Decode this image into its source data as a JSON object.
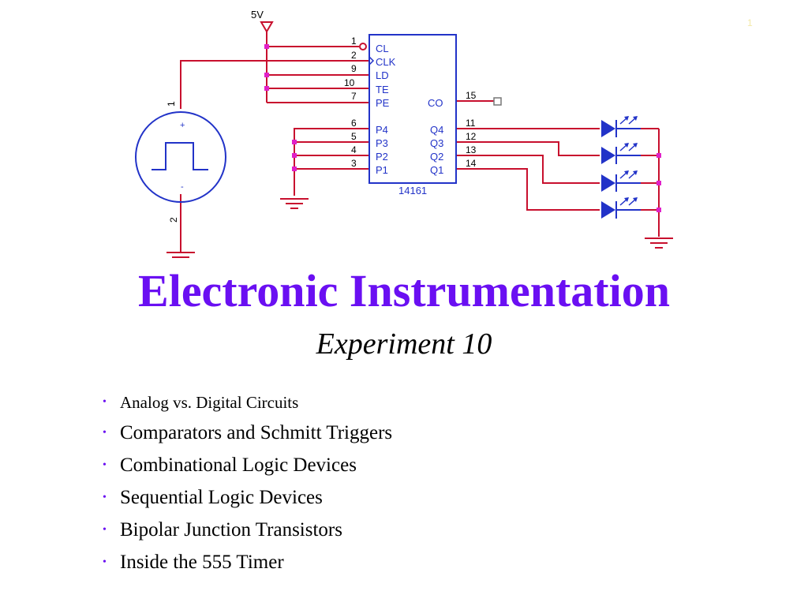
{
  "colors": {
    "title": "#6a0ff2",
    "wire": "#c8102e",
    "component": "#2233c8",
    "junction": "#e020c8",
    "ground": "#c8102e",
    "bullet": "#6a0ff2"
  },
  "schematic": {
    "supply_label": "5V",
    "chip": {
      "name": "14161",
      "left_pins": [
        {
          "label": "CL",
          "number": "1"
        },
        {
          "label": "CLK",
          "number": "2"
        },
        {
          "label": "LD",
          "number": "9"
        },
        {
          "label": "TE",
          "number": "10"
        },
        {
          "label": "PE",
          "number": "7"
        },
        {
          "label": "P4",
          "number": "6"
        },
        {
          "label": "P3",
          "number": "5"
        },
        {
          "label": "P2",
          "number": "4"
        },
        {
          "label": "P1",
          "number": "3"
        }
      ],
      "right_pins": [
        {
          "label": "CO",
          "number": "15"
        },
        {
          "label": "Q4",
          "number": "11"
        },
        {
          "label": "Q3",
          "number": "12"
        },
        {
          "label": "Q2",
          "number": "13"
        },
        {
          "label": "Q1",
          "number": "14"
        }
      ]
    },
    "source": {
      "plus": "+",
      "minus": "-",
      "pin_top": "1",
      "pin_bottom": "2"
    }
  },
  "slide": {
    "title": "Electronic Instrumentation",
    "subtitle": "Experiment 10",
    "corner_mark": "1",
    "bullet_glyph": "•",
    "topics": [
      "Analog vs. Digital Circuits",
      "Comparators and Schmitt Triggers",
      "Combinational  Logic Devices",
      "Sequential Logic Devices",
      "Bipolar Junction Transistors",
      "Inside the 555 Timer"
    ]
  }
}
